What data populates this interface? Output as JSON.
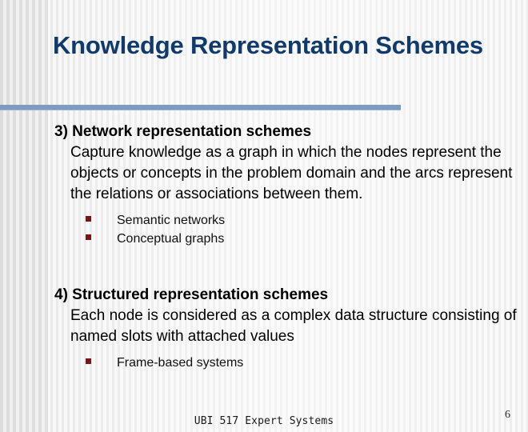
{
  "slide": {
    "title": "Knowledge Representation Schemes",
    "accent_color": "#103a6b",
    "divider_color": "#7e9cc0",
    "bullet_color": "#7e1313",
    "background_color": "#f4f4f4"
  },
  "sections": [
    {
      "heading": "3) Network representation schemes",
      "paragraph": "Capture knowledge as a graph in which the nodes represent the objects or concepts in the problem domain and the arcs represent the relations or associations between them.",
      "subitems": [
        "Semantic networks",
        "Conceptual graphs"
      ]
    },
    {
      "heading": "4) Structured representation schemes",
      "paragraph": "Each node is considered as a complex data structure consisting of named slots with attached values",
      "subitems": [
        "Frame-based systems"
      ]
    }
  ],
  "footer": {
    "text": "UBI 517 Expert Systems",
    "page_number": "6"
  }
}
